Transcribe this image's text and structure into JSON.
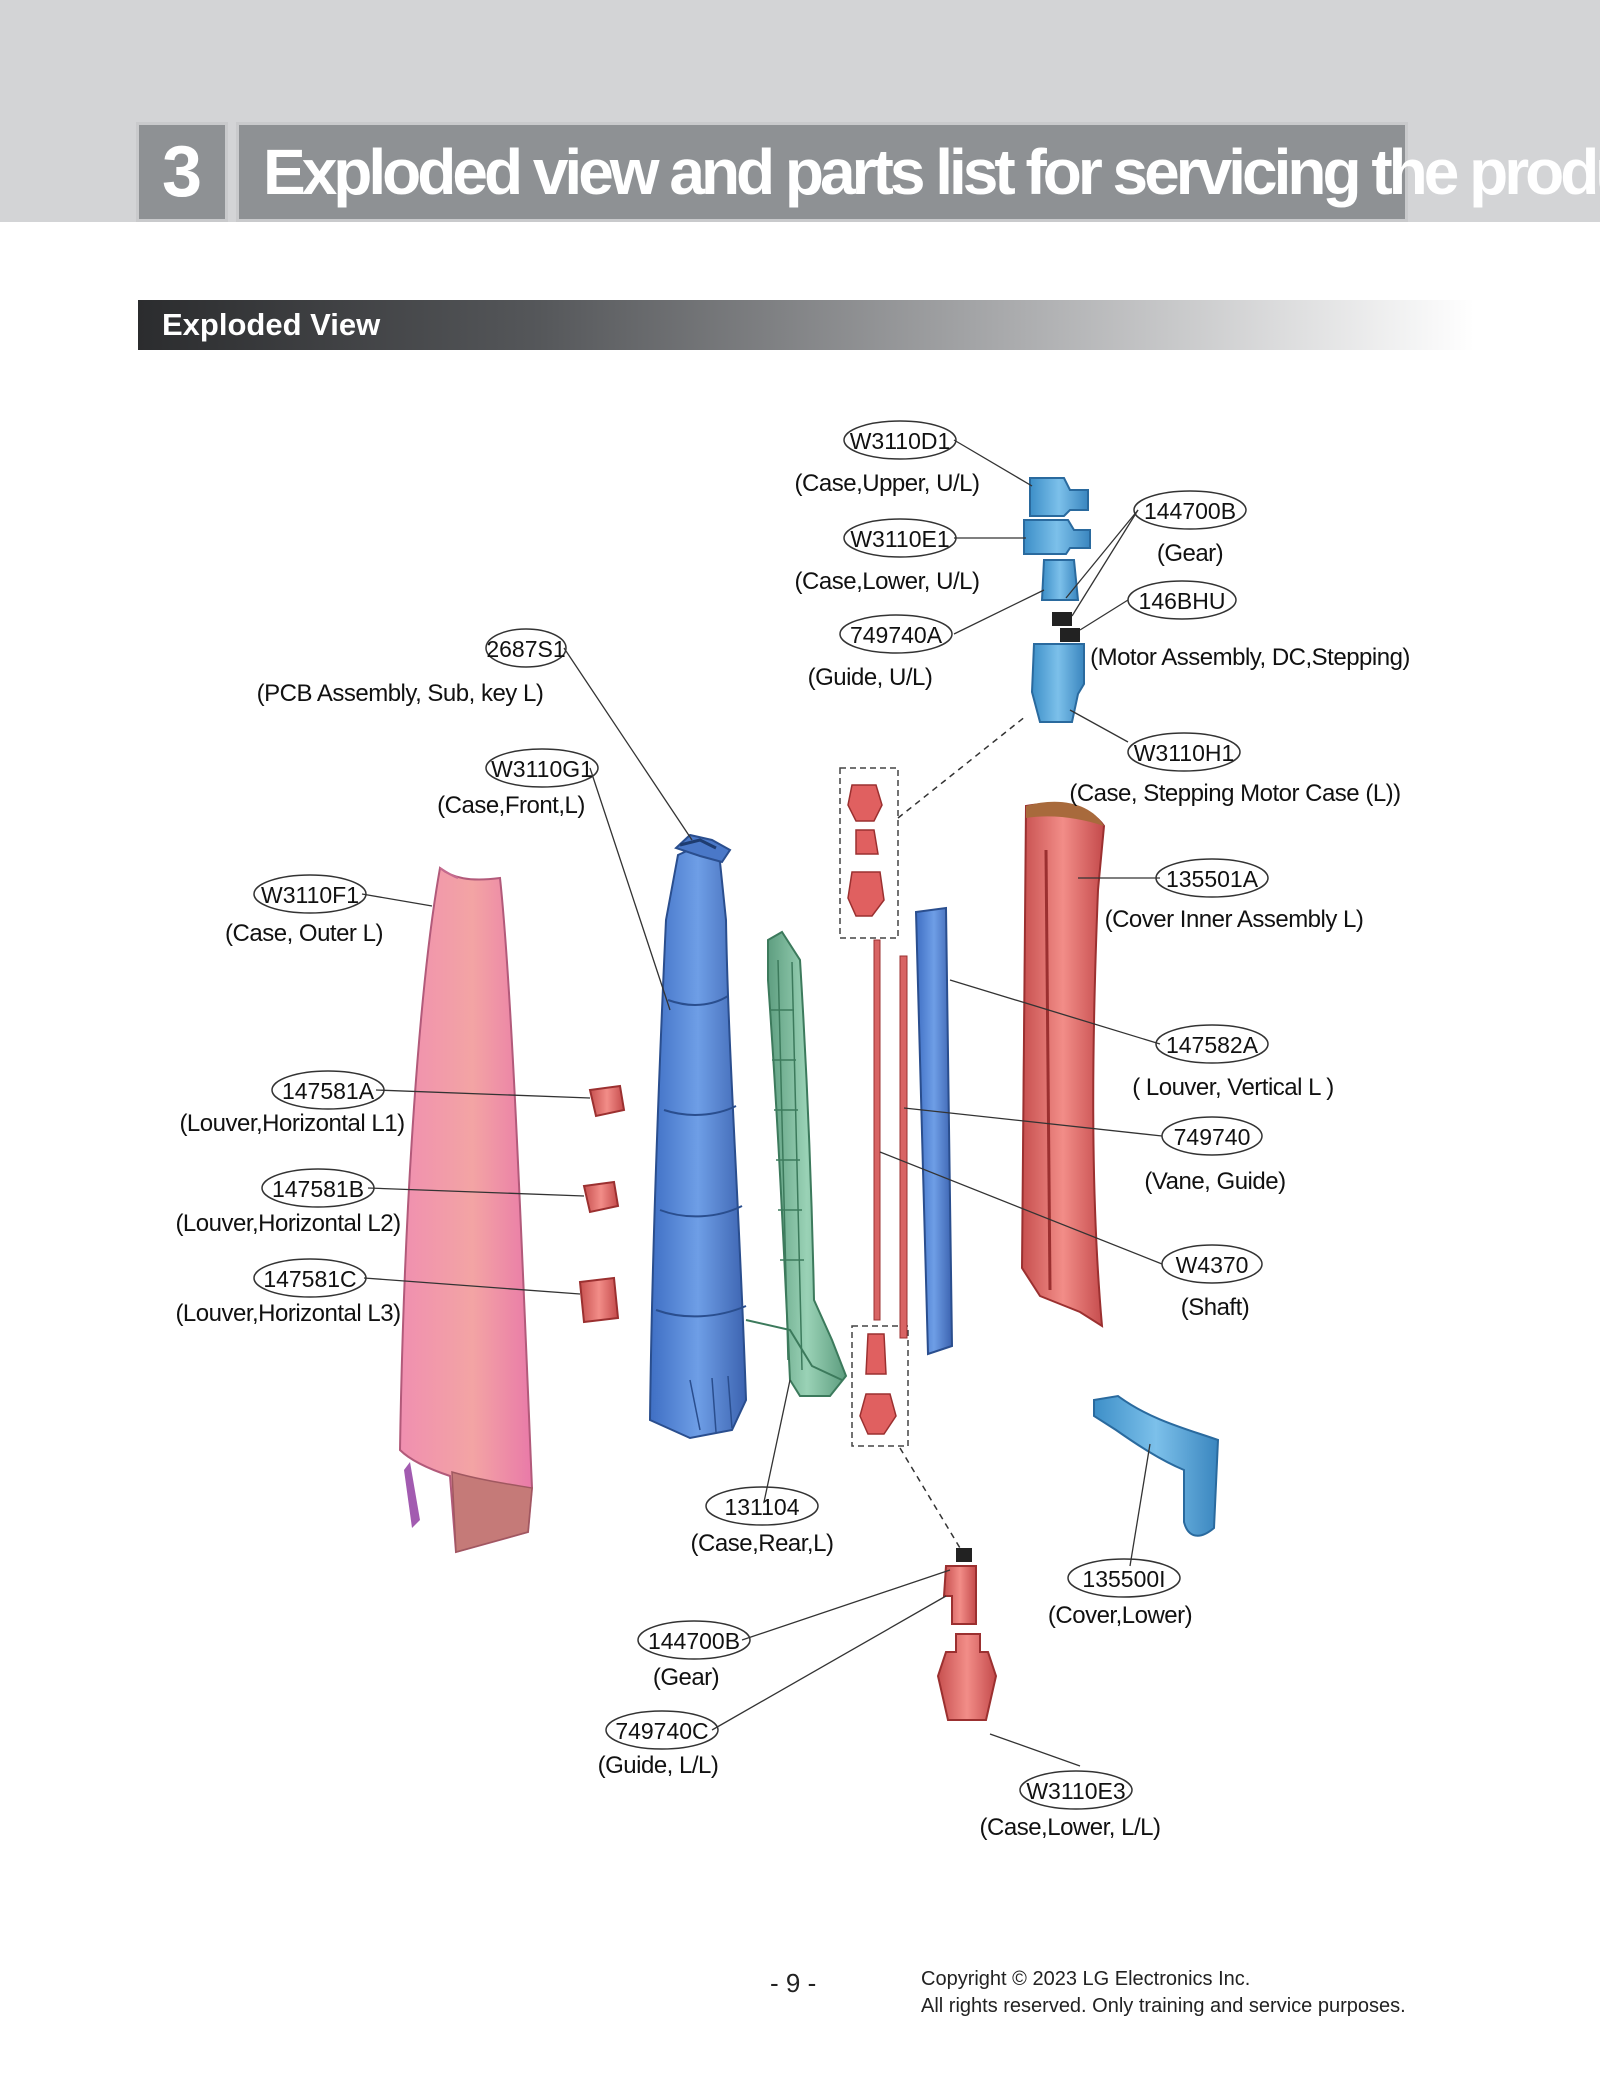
{
  "header": {
    "chapter_number": "3",
    "chapter_title": "Exploded view and parts list for servicing the product"
  },
  "section": {
    "title": "Exploded View"
  },
  "parts": [
    {
      "code": "W3110D1",
      "desc": "(Case,Upper, U/L)"
    },
    {
      "code": "W3110E1",
      "desc": "(Case,Lower, U/L)"
    },
    {
      "code": "749740A",
      "desc": "(Guide, U/L)"
    },
    {
      "code": "144700B",
      "desc": "(Gear)"
    },
    {
      "code": "146BHU",
      "desc": "(Motor Assembly, DC,Stepping)"
    },
    {
      "code": "W3110H1",
      "desc": "(Case, Stepping Motor Case (L))"
    },
    {
      "code": "2687S1",
      "desc": "(PCB Assembly, Sub, key L)"
    },
    {
      "code": "W3110G1",
      "desc": "(Case,Front,L)"
    },
    {
      "code": "W3110F1",
      "desc": "(Case, Outer L)"
    },
    {
      "code": "135501A",
      "desc": "(Cover Inner Assembly L)"
    },
    {
      "code": "147582A",
      "desc": "( Louver, Vertical L )"
    },
    {
      "code": "749740",
      "desc": "(Vane, Guide)"
    },
    {
      "code": "W4370",
      "desc": "(Shaft)"
    },
    {
      "code": "147581A",
      "desc": "(Louver,Horizontal L1)"
    },
    {
      "code": "147581B",
      "desc": "(Louver,Horizontal L2)"
    },
    {
      "code": "147581C",
      "desc": "(Louver,Horizontal L3)"
    },
    {
      "code": "131104",
      "desc": "(Case,Rear,L)"
    },
    {
      "code": "135500I",
      "desc": "(Cover,Lower)"
    },
    {
      "code": "144700B",
      "desc": "(Gear)"
    },
    {
      "code": "749740C",
      "desc": "(Guide, L/L)"
    },
    {
      "code": "W3110E3",
      "desc": "(Case,Lower, L/L)"
    }
  ],
  "footer": {
    "page_number": "- 9 -",
    "copyright_line1": "Copyright © 2023 LG Electronics Inc.",
    "copyright_line2": "All rights reserved. Only training and service purposes."
  }
}
